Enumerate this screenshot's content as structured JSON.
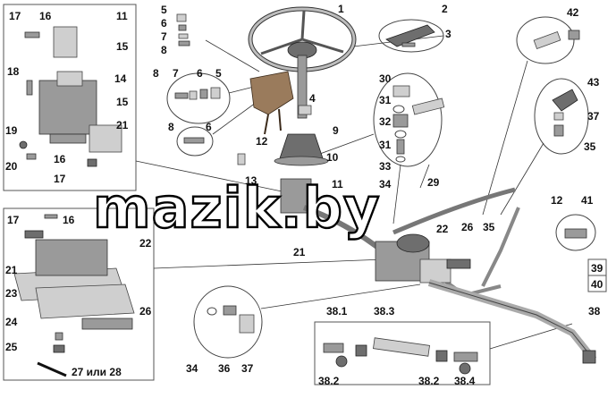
{
  "labels": {
    "l1": "1",
    "l2": "2",
    "l3": "3",
    "l4": "4",
    "l5a": "5",
    "l5b": "5",
    "l6a": "6",
    "l6b": "6",
    "l6c": "6",
    "l7a": "7",
    "l7b": "7",
    "l8a": "8",
    "l8b": "8",
    "l8c": "8",
    "l9": "9",
    "l10": "10",
    "l11a": "11",
    "l11b": "11",
    "l12a": "12",
    "l12b": "12",
    "l13": "13",
    "l14": "14",
    "l15a": "15",
    "l15b": "15",
    "l16a": "16",
    "l16b": "16",
    "l16c": "16",
    "l17a": "17",
    "l17b": "17",
    "l17c": "17",
    "l18": "18",
    "l19": "19",
    "l20": "20",
    "l21a": "21",
    "l21b": "21",
    "l21c": "21",
    "l22a": "22",
    "l22b": "22",
    "l23": "23",
    "l24": "24",
    "l25": "25",
    "l26a": "26",
    "l26b": "26",
    "l27": "27 или 28",
    "l29": "29",
    "l30": "30",
    "l31a": "31",
    "l31b": "31",
    "l32": "32",
    "l33": "33",
    "l34a": "34",
    "l34b": "34",
    "l35a": "35",
    "l35b": "35",
    "l36": "36",
    "l37a": "37",
    "l37b": "37",
    "l38": "38",
    "l381": "38.1",
    "l382a": "38.2",
    "l382b": "38.2",
    "l383": "38.3",
    "l384": "38.4",
    "l39": "39",
    "l40": "40",
    "l41": "41",
    "l42": "42",
    "l43": "43"
  },
  "watermark": "mazik.by",
  "colors": {
    "line": "#333333",
    "part": "#9a9a9a",
    "bracket": "#9a7b5c"
  }
}
